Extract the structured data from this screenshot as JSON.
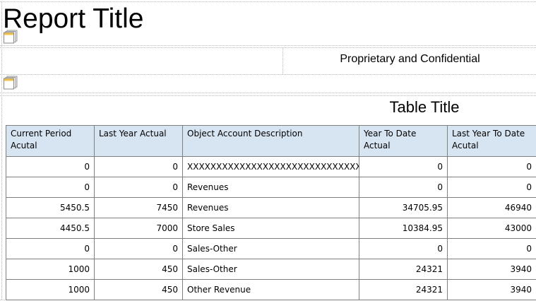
{
  "report": {
    "title": "Report Title",
    "confidential": "Proprietary and Confidential"
  },
  "table": {
    "title": "Table Title",
    "header_bg": "#d7e4f2",
    "columns": [
      "Current Period Acutal",
      "Last Year Actual",
      "Object Account Description",
      "Year To Date Actual",
      "Last Year To Date Acutal"
    ],
    "rows": [
      [
        "0",
        "0",
        "XXXXXXXXXXXXXXXXXXXXXXXXXXXXXXXXXXXXXXXX",
        "0",
        "0"
      ],
      [
        "0",
        "0",
        "Revenues",
        "0",
        "0"
      ],
      [
        "5450.5",
        "7450",
        "Revenues",
        "34705.95",
        "46940"
      ],
      [
        "4450.5",
        "7000",
        "Store Sales",
        "10384.95",
        "43000"
      ],
      [
        "0",
        "0",
        "Sales-Other",
        "0",
        "0"
      ],
      [
        "1000",
        "450",
        "Sales-Other",
        "24321",
        "3940"
      ],
      [
        "1000",
        "450",
        "Other Revenue",
        "24321",
        "3940"
      ]
    ]
  }
}
